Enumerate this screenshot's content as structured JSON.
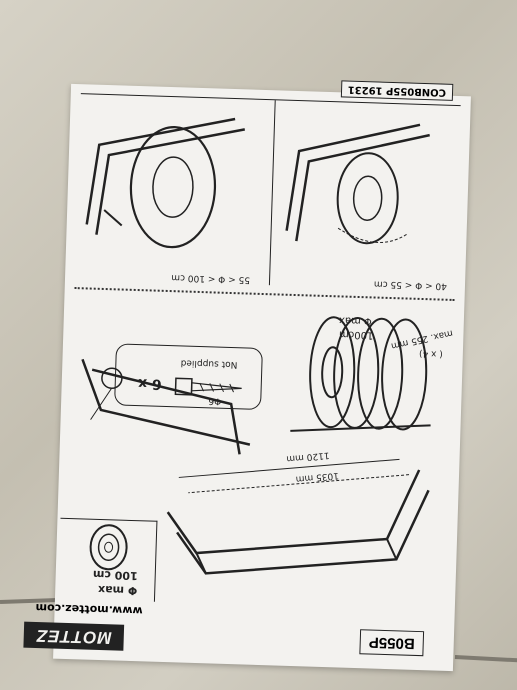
{
  "document": {
    "brand": "MOTTEZ",
    "website": "www.mottez.com",
    "model": "B055P",
    "reference": "CONB055P 19231",
    "diameter_label": "Φ max",
    "diameter_value": "100 cm",
    "range_large": "55 < Φ < 100 cm",
    "range_small": "40 < Φ < 55 cm",
    "width_inner": "1035 mm",
    "width_outer": "1120 mm",
    "stack_width_label": "max. 255 mm",
    "stack_count": "( x 4)",
    "stack_diameter_label": "Φ max",
    "stack_diameter_value": "100cm",
    "screw_quantity": "6 x",
    "screw_diameter": "Φ6",
    "not_supplied": "Not supplied"
  },
  "colors": {
    "paper": "#f3f2ef",
    "ink": "#222222",
    "floor": "#c9c4b6"
  }
}
